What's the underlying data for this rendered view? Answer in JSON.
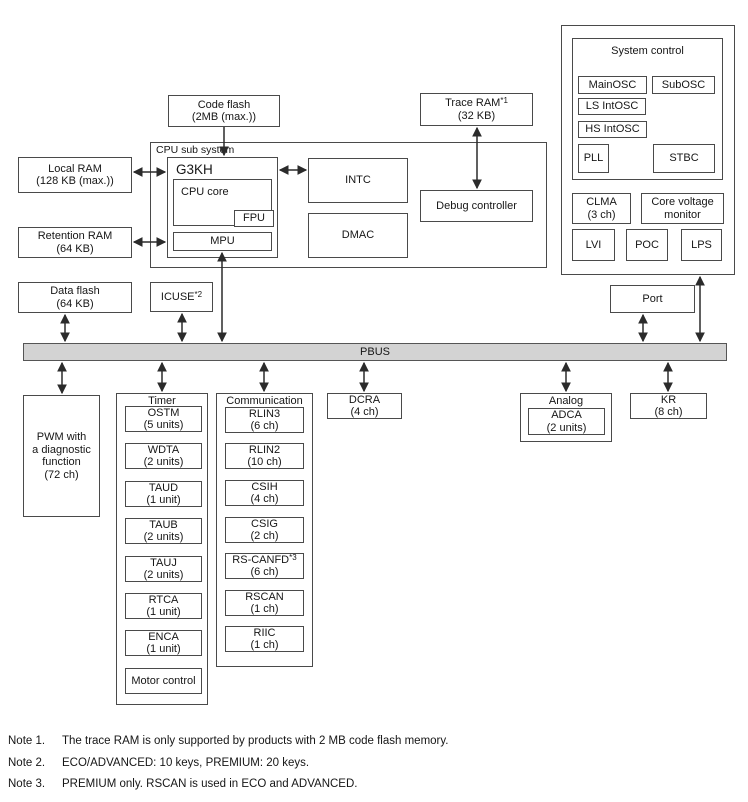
{
  "pbus_label": "PBUS",
  "port_label": "Port",
  "memory": {
    "code_flash": {
      "l1": "Code flash",
      "l2": "(2MB (max.))"
    },
    "local_ram": {
      "l1": "Local RAM",
      "l2": "(128 KB (max.))"
    },
    "retention_ram": {
      "l1": "Retention RAM",
      "l2": "(64 KB)"
    },
    "data_flash": {
      "l1": "Data flash",
      "l2": "(64 KB)"
    },
    "trace_ram": {
      "l1": "Trace RAM",
      "sup": "*1",
      "l2": "(32 KB)"
    },
    "icuse": {
      "l1": "ICUSE",
      "sup": "*2"
    }
  },
  "cpu_subsystem": {
    "label": "CPU sub system",
    "g3kh": "G3KH",
    "cpu_core": "CPU core",
    "fpu": "FPU",
    "mpu": "MPU",
    "intc": "INTC",
    "dmac": "DMAC",
    "debug_controller": "Debug controller"
  },
  "system_control": {
    "title": "System control",
    "mainosc": "MainOSC",
    "subosc": "SubOSC",
    "ls_intosc": "LS IntOSC",
    "hs_intosc": "HS IntOSC",
    "pll": "PLL",
    "stbc": "STBC",
    "clma": {
      "l1": "CLMA",
      "l2": "(3 ch)"
    },
    "core_voltage_monitor": {
      "l1": "Core voltage",
      "l2": "monitor"
    },
    "lvi": "LVI",
    "poc": "POC",
    "lps": "LPS"
  },
  "pwm": {
    "l1": "PWM with",
    "l2": "a diagnostic",
    "l3": "function",
    "l4": "(72 ch)"
  },
  "timer": {
    "title": "Timer",
    "items": [
      {
        "l1": "OSTM",
        "l2": "(5 units)"
      },
      {
        "l1": "WDTA",
        "l2": "(2 units)"
      },
      {
        "l1": "TAUD",
        "l2": "(1 unit)"
      },
      {
        "l1": "TAUB",
        "l2": "(2 units)"
      },
      {
        "l1": "TAUJ",
        "l2": "(2 units)"
      },
      {
        "l1": "RTCA",
        "l2": "(1 unit)"
      },
      {
        "l1": "ENCA",
        "l2": "(1 unit)"
      },
      {
        "l1": "Motor control"
      }
    ]
  },
  "communication": {
    "title": "Communication",
    "items": [
      {
        "l1": "RLIN3",
        "l2": "(6 ch)"
      },
      {
        "l1": "RLIN2",
        "l2": "(10 ch)"
      },
      {
        "l1": "CSIH",
        "l2": "(4 ch)"
      },
      {
        "l1": "CSIG",
        "l2": "(2 ch)"
      },
      {
        "l1": "RS-CANFD",
        "sup": "*3",
        "l2": "(6 ch)"
      },
      {
        "l1": "RSCAN",
        "l2": "(1 ch)"
      },
      {
        "l1": "RIIC",
        "l2": "(1 ch)"
      }
    ]
  },
  "dcra": {
    "l1": "DCRA",
    "l2": "(4 ch)"
  },
  "analog": {
    "title": "Analog",
    "adca": {
      "l1": "ADCA",
      "l2": "(2 units)"
    }
  },
  "kr": {
    "l1": "KR",
    "l2": "(8 ch)"
  },
  "notes": [
    {
      "label": "Note 1.",
      "text": "The trace RAM is only supported by products with 2 MB code flash memory."
    },
    {
      "label": "Note 2.",
      "text": "ECO/ADVANCED: 10 keys, PREMIUM: 20 keys."
    },
    {
      "label": "Note 3.",
      "text": "PREMIUM only. RSCAN is used in ECO and ADVANCED."
    }
  ],
  "colors": {
    "bus_fill": "#d3d3d3",
    "box_border": "#4a4a4a",
    "arrow": "#2b2b2b"
  }
}
